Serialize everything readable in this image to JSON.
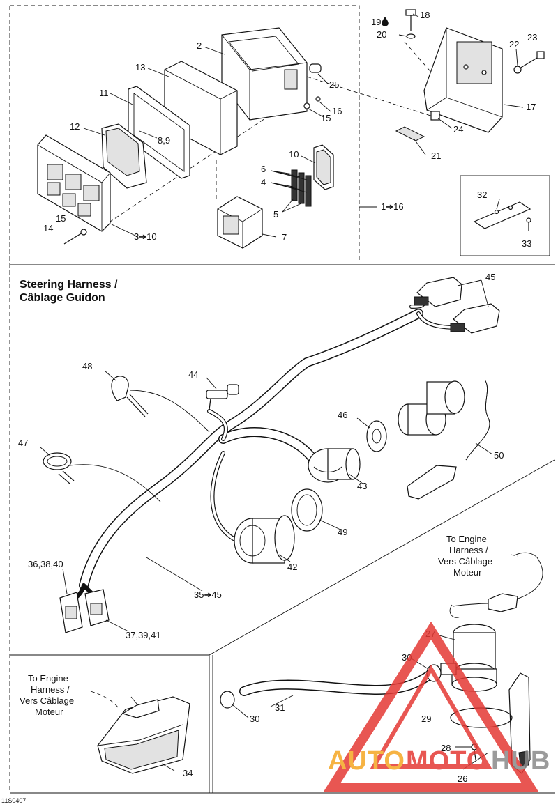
{
  "sections": {
    "steering_title_line1": "Steering Harness /",
    "steering_title_line2": "Câblage Guidon"
  },
  "labels": {
    "p2": "2",
    "p13": "13",
    "p11": "11",
    "p12": "12",
    "p89": "8,9",
    "p25": "25",
    "p16": "16",
    "p15a": "15",
    "p24": "24",
    "p17": "17",
    "p18": "18",
    "p19": "19",
    "p20": "20",
    "p22": "22",
    "p23": "23",
    "p21": "21",
    "p10": "10",
    "p6": "6",
    "p4": "4",
    "p5": "5",
    "p1to16": "1➔16",
    "p7": "7",
    "p14": "14",
    "p15b": "15",
    "p3to10": "3➔10",
    "p32": "32",
    "p33": "33",
    "p45": "45",
    "p48": "48",
    "p44": "44",
    "p47": "47",
    "p46": "46",
    "p50": "50",
    "p43": "43",
    "p49": "49",
    "p42": "42",
    "p363840": "36,38,40",
    "p35to45": "35➔45",
    "p373941": "37,39,41",
    "p27": "27",
    "p30a": "30",
    "p30b": "30",
    "p31": "31",
    "p29": "29",
    "p28": "28",
    "p26": "26",
    "p34": "34"
  },
  "notes": {
    "engine_right": [
      "To Engine",
      "Harness /",
      "Vers Câblage",
      "Moteur"
    ],
    "engine_left": [
      "To Engine",
      "Harness /",
      "Vers Câblage",
      "Moteur"
    ]
  },
  "drawing_code": "11S0407",
  "watermark": {
    "text_auto": "AUTO",
    "text_moto": "MOTO",
    "text_hub": "HUB",
    "color_orange": "#f5a623",
    "color_red": "#e53935",
    "color_grey": "#8a8a8a"
  },
  "icons": {
    "drop": "oil-drop-icon",
    "arrow": "right-arrow-icon"
  }
}
